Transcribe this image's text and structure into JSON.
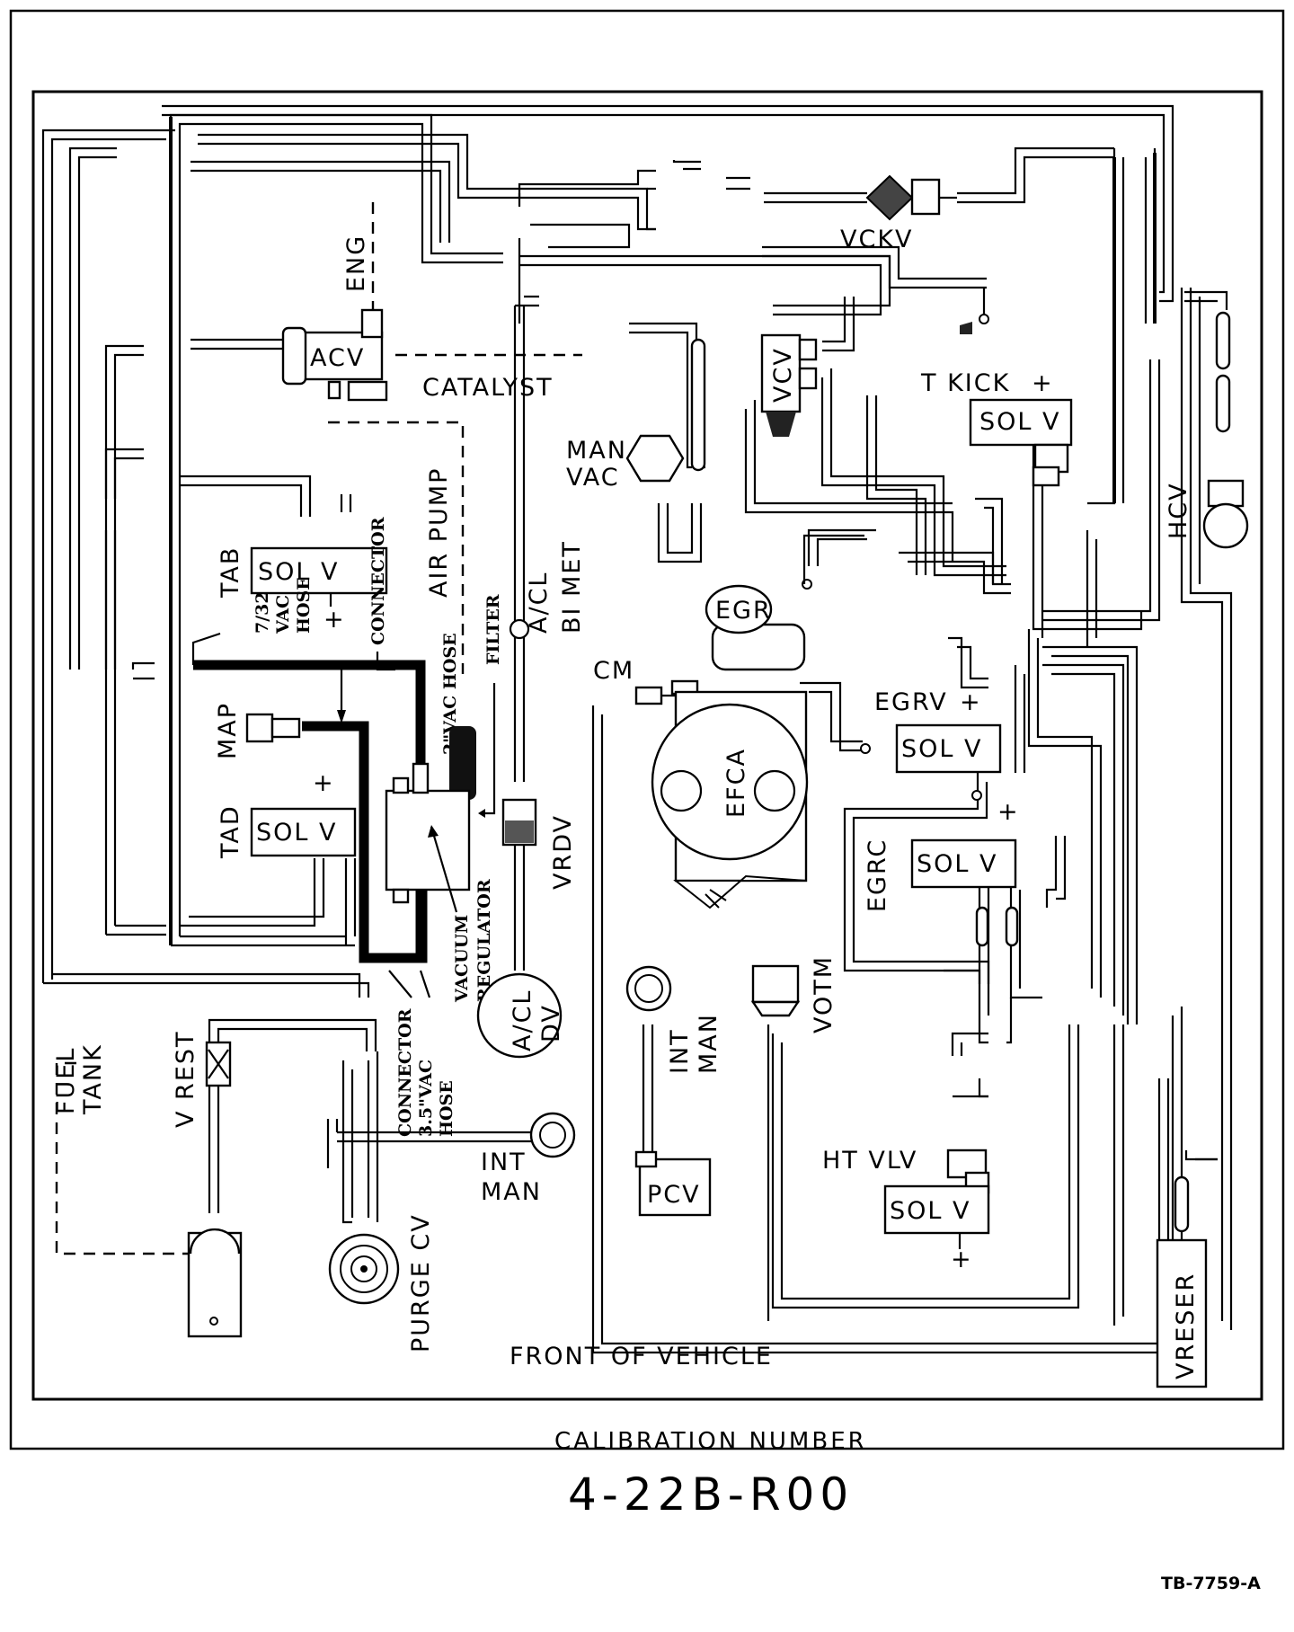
{
  "diagram": {
    "labels": {
      "eng": "ENG",
      "acv": "ACV",
      "catalyst": "CATALYST",
      "vckv": "VCKV",
      "vcv": "VCV",
      "t_kick": "T KICK",
      "sol_v": "SOL V",
      "hcv": "HCV",
      "man_vac_1": "MAN",
      "man_vac_2": "VAC",
      "air_pump": "AIR PUMP",
      "connector_top": "CONNECTOR",
      "tab": "TAB",
      "vac_hose_732_1": "7/32",
      "vac_hose_732_2": "VAC",
      "vac_hose_732_3": "HOSE",
      "vac_hose_2in": "2\"VAC HOSE",
      "filter": "FILTER",
      "acl_bimet_1": "A/CL",
      "acl_bimet_2": "BI MET",
      "egr": "EGR",
      "cm": "CM",
      "egrv": "EGRV",
      "map": "MAP",
      "efca": "EFCA",
      "tad": "TAD",
      "vrdv": "VRDV",
      "vacuum_regulator_1": "VACUUM",
      "vacuum_regulator_2": "REGULATOR",
      "egrc": "EGRC",
      "acl_dv_1": "A/CL",
      "acl_dv_2": "DV",
      "votm": "VOTM",
      "int_man": "INT",
      "int_man_2": "MAN",
      "connector_bottom": "CONNECTOR",
      "vac_hose_35_1": "3.5\"VAC",
      "vac_hose_35_2": "HOSE",
      "fuel_tank_1": "FUEL",
      "fuel_tank_2": "TANK",
      "v_rest": "V REST",
      "ht_vlv": "HT VLV",
      "pcv": "PCV",
      "purge_cv": "PURGE CV",
      "vreser": "VRESER",
      "front_of_vehicle": "FRONT OF VEHICLE",
      "plus": "+"
    },
    "calibration_label": "CALIBRATION NUMBER",
    "calibration_number": "4-22B-R00",
    "figure_code": "TB-7759-A"
  }
}
